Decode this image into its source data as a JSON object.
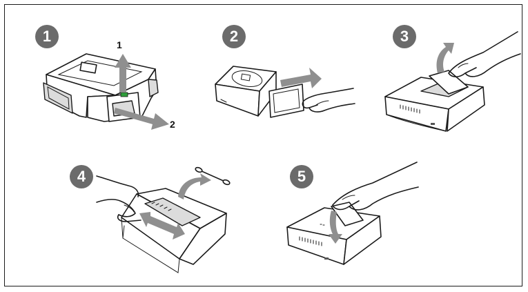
{
  "steps": [
    {
      "number": "1"
    },
    {
      "number": "2"
    },
    {
      "number": "3"
    },
    {
      "number": "4"
    },
    {
      "number": "5"
    }
  ],
  "step1_labels": {
    "up": "1",
    "out": "2"
  },
  "colors": {
    "badge": "#6b6b6b",
    "arrow": "#8f8f8f",
    "latch": "#2e9e3a",
    "border": "#1a1a1a"
  }
}
